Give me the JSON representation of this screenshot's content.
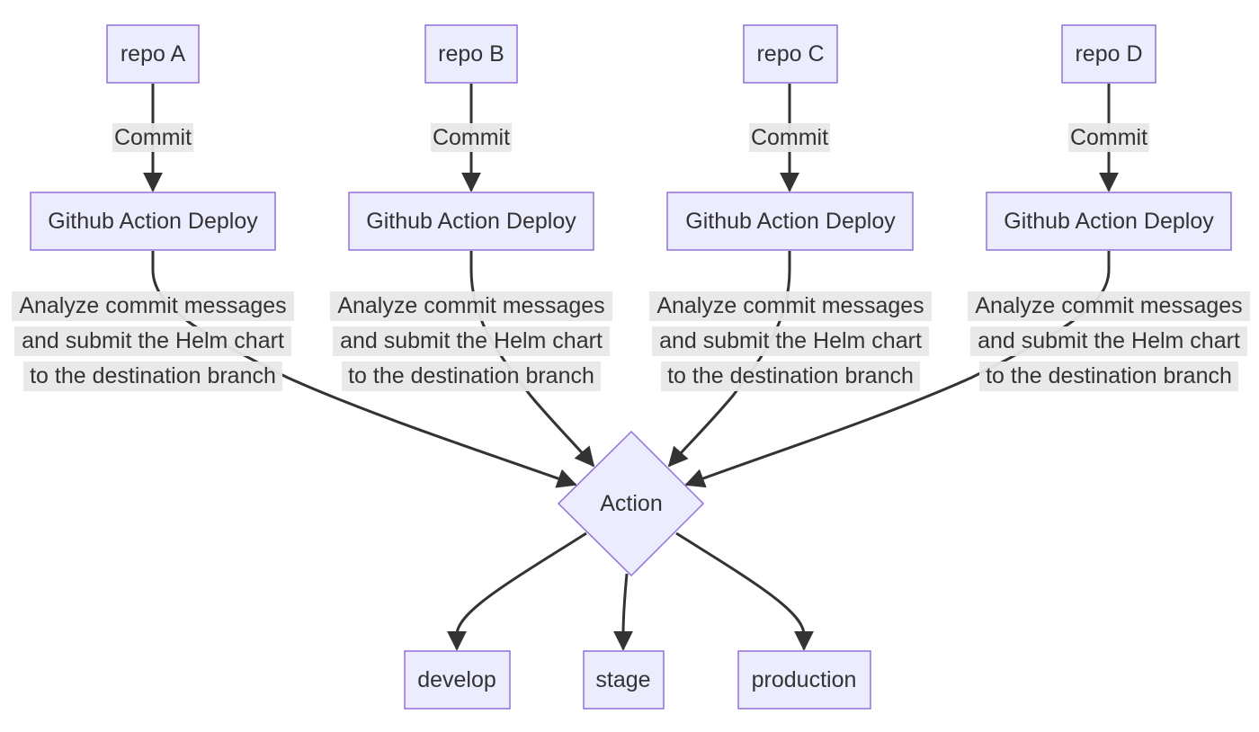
{
  "diagram": {
    "type": "flowchart",
    "nodes": {
      "repo_a": "repo A",
      "repo_b": "repo B",
      "repo_c": "repo C",
      "repo_d": "repo D",
      "deploy_a": "Github Action Deploy",
      "deploy_b": "Github Action Deploy",
      "deploy_c": "Github Action Deploy",
      "deploy_d": "Github Action Deploy",
      "action": "Action",
      "develop": "develop",
      "stage": "stage",
      "production": "production"
    },
    "edge_labels": {
      "commit": "Commit",
      "analyze_line1": "Analyze commit messages",
      "analyze_line2": "and submit the Helm chart",
      "analyze_line3": "to the destination branch"
    },
    "edges": [
      {
        "from": "repo A",
        "to": "Github Action Deploy",
        "label": "Commit"
      },
      {
        "from": "repo B",
        "to": "Github Action Deploy",
        "label": "Commit"
      },
      {
        "from": "repo C",
        "to": "Github Action Deploy",
        "label": "Commit"
      },
      {
        "from": "repo D",
        "to": "Github Action Deploy",
        "label": "Commit"
      },
      {
        "from": "Github Action Deploy",
        "to": "Action",
        "label": "Analyze commit messages and submit the Helm chart to the destination branch"
      },
      {
        "from": "Action",
        "to": "develop",
        "label": ""
      },
      {
        "from": "Action",
        "to": "stage",
        "label": ""
      },
      {
        "from": "Action",
        "to": "production",
        "label": ""
      }
    ],
    "colors": {
      "node_fill": "#ececff",
      "node_stroke": "#9370db",
      "edge": "#333333",
      "edge_label_bg": "#e8e8e8",
      "text": "#333333"
    }
  }
}
